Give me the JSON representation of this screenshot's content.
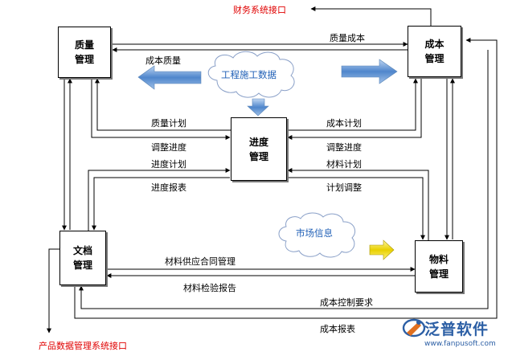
{
  "nodes": {
    "quality": [
      "质量",
      "管理"
    ],
    "cost": [
      "成本",
      "管理"
    ],
    "schedule": [
      "进度",
      "管理"
    ],
    "document": [
      "文档",
      "管理"
    ],
    "material": [
      "物料",
      "管理"
    ]
  },
  "clouds": {
    "engineering_data": "工程施工数据",
    "market_info": "市场信息"
  },
  "edge_labels": {
    "quality_cost": "质量成本",
    "cost_quality": "成本质量",
    "quality_plan": "质量计划",
    "cost_plan": "成本计划",
    "adjust_schedule_left": "调整进度",
    "adjust_schedule_right": "调整进度",
    "schedule_plan": "进度计划",
    "material_plan": "材料计划",
    "schedule_report": "进度报表",
    "plan_adjust": "计划调整",
    "material_supply_contract": "材料供应合同管理",
    "material_inspection_report": "材料检验报告",
    "cost_control": "成本控制要求",
    "cost_report": "成本报表"
  },
  "external": {
    "finance_interface": "财务系统接口",
    "product_data_interface": "产品数据管理系统接口"
  },
  "logo": {
    "name": "泛普软件",
    "url": "www.fanpusoft.com",
    "accent_color": "#2c5fa5"
  }
}
